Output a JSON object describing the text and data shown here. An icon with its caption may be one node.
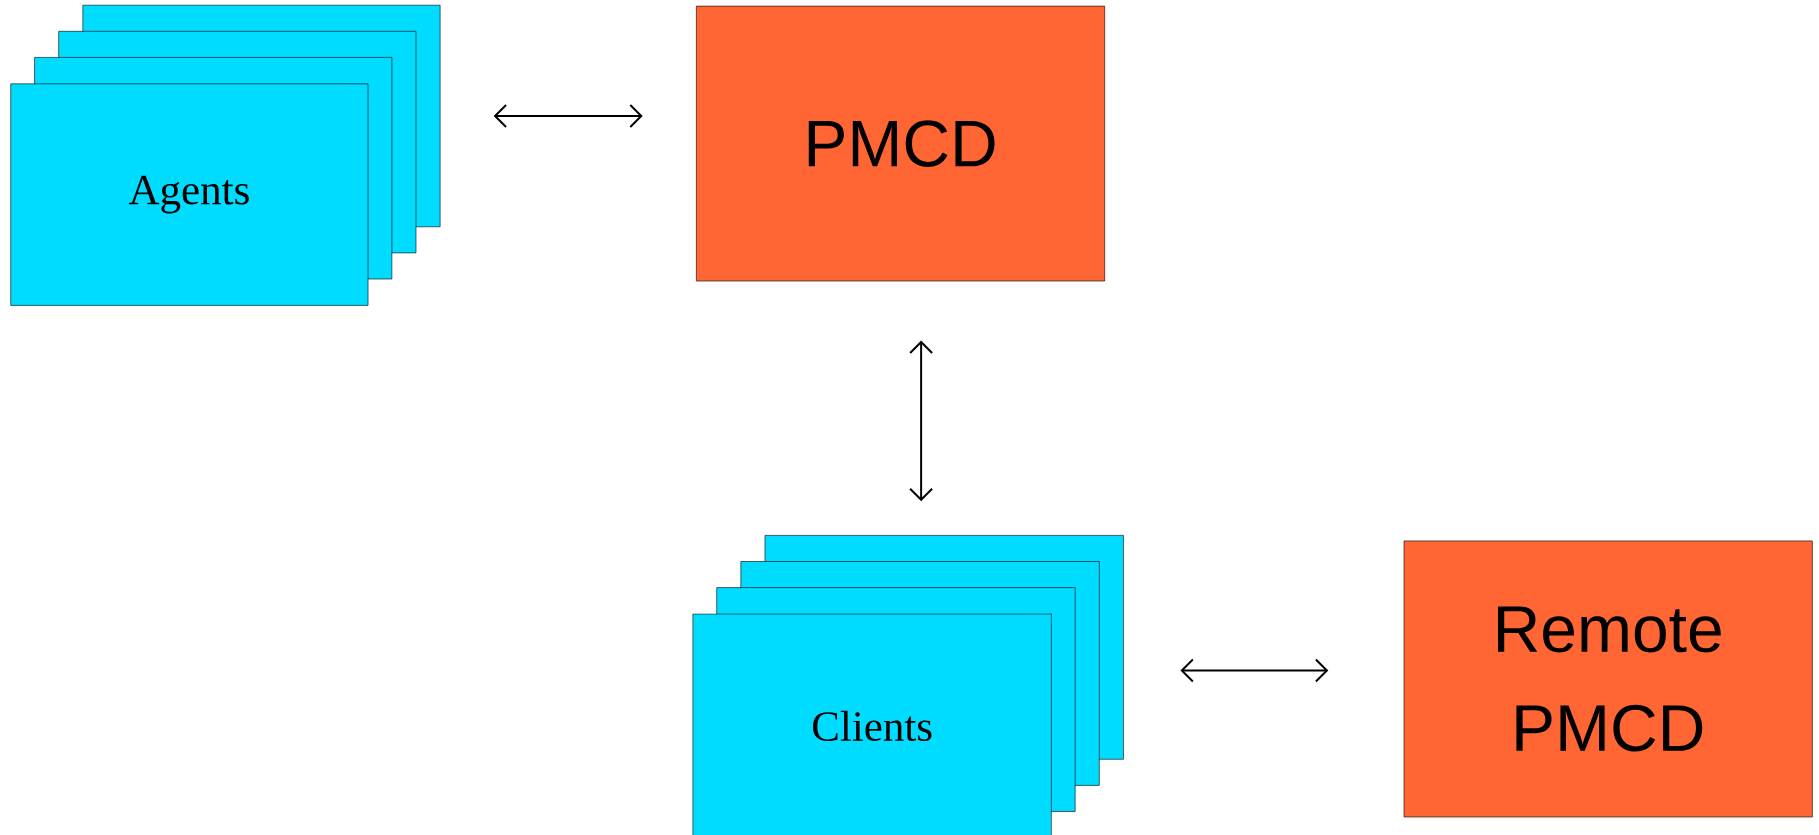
{
  "diagram": {
    "nodes": [
      {
        "text": [
          "Agents"
        ]
      },
      {
        "text": [
          "PMCD"
        ]
      },
      {
        "text": [
          "Clients"
        ]
      },
      {
        "text": [
          "Remote PMCD"
        ]
      }
    ],
    "edges": [
      {
        "from": 0,
        "to": 1,
        "arrow": "both"
      },
      {
        "from": 1,
        "to": 2,
        "arrow": "both"
      },
      {
        "from": 2,
        "to": 3,
        "arrow": "both"
      }
    ]
  }
}
